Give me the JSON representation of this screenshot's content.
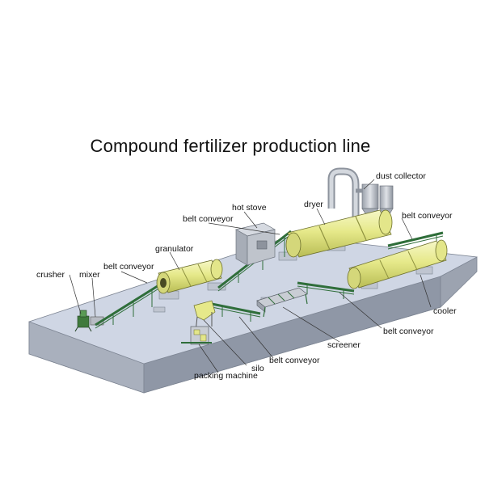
{
  "title": "Compound fertilizer production line",
  "labels": {
    "crusher": "crusher",
    "mixer": "mixer",
    "belt_conveyor_1": "belt conveyor",
    "granulator": "granulator",
    "belt_conveyor_2": "belt conveyor",
    "hot_stove": "hot stove",
    "dryer": "dryer",
    "dust_collector": "dust collector",
    "belt_conveyor_3": "belt conveyor",
    "cooler": "cooler",
    "belt_conveyor_4": "belt conveyor",
    "screener": "screener",
    "belt_conveyor_5": "belt conveyor",
    "silo": "silo",
    "packing_machine": "packing machine"
  },
  "colors": {
    "platform_top": "#cfd6e4",
    "platform_front": "#8f97a6",
    "platform_side": "#a9b0bd",
    "drum_yellow": "#e8eb8e",
    "conveyor_green": "#2f6e3a",
    "equipment_grey": "#b8bcc4"
  }
}
